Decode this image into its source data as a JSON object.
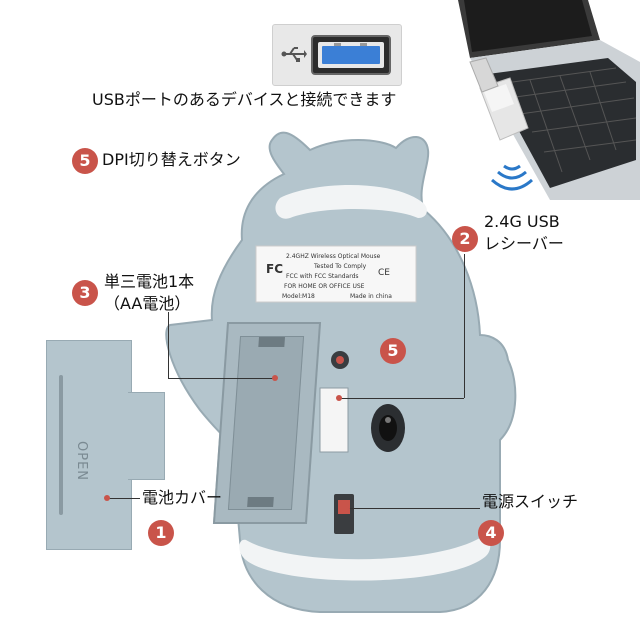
{
  "usb_port": {
    "caption": "USBポートのあるデバイスと接続できます",
    "symbol": "⭻"
  },
  "callouts": [
    {
      "number": "5",
      "text": "DPI切り替えボタン"
    },
    {
      "number": "2",
      "line1": "2.4G USB",
      "line2": "レシーバー"
    },
    {
      "number": "3",
      "line1": "単三電池1本",
      "line2": "（AA電池）"
    },
    {
      "number": "1",
      "text": "電池カバー"
    },
    {
      "number": "4",
      "text": "電源スイッチ"
    }
  ],
  "mouse_label": {
    "line1": "2.4GHZ Wireless Optical Mouse",
    "line2": "Tested To Comply",
    "line3": "FCC with FCC Standards",
    "line4": "FOR HOME OR OFFICE USE",
    "model": "Model:M18",
    "made_in": "Made in china",
    "fcc_mark": "FC",
    "ce_mark": "CE"
  },
  "battery_cover": {
    "engraving": "OPEN"
  },
  "colors": {
    "mouse_body": "#b4c5cd",
    "mouse_edge": "#98aab3",
    "accent_red": "#c9544a",
    "port_blue": "#3b7fd6"
  }
}
